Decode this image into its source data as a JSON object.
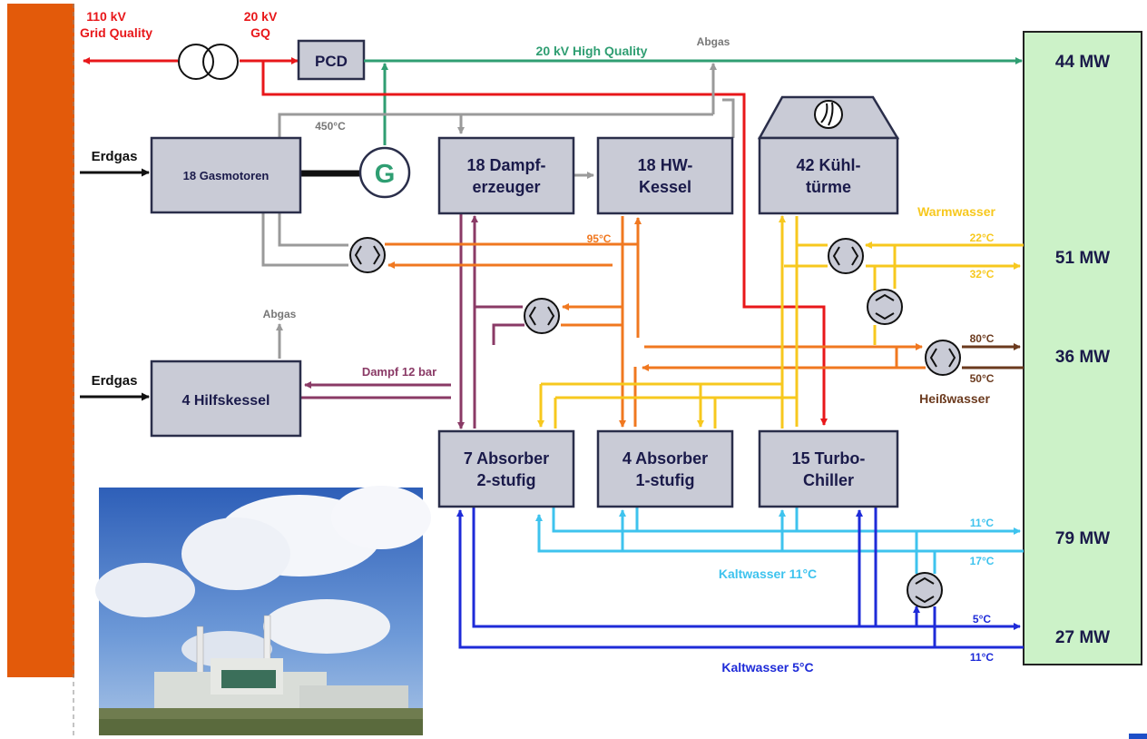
{
  "colors": {
    "orange_bar": "#E35A0A",
    "box_fill": "#C9CBD6",
    "box_stroke": "#2A2E4A",
    "panel_fill": "#CCF2C8",
    "red": "#E8171A",
    "green": "#2F9E72",
    "gray": "#9A9A9A",
    "purple": "#8A3A66",
    "orange": "#F07820",
    "yellow": "#F7C81E",
    "brown": "#6B3A1E",
    "light_blue": "#3EC3EE",
    "blue": "#1E2BD8",
    "text_dark": "#1a1a4a"
  },
  "grid": {
    "in_label_1": "110 kV",
    "in_label_2": "Grid Quality",
    "gq_label_1": "20 kV",
    "gq_label_2": "GQ",
    "pcd": "PCD",
    "hq_label": "20 kV High Quality"
  },
  "panel": {
    "p1": "44 MW",
    "p2": "51 MW",
    "p3": "36 MW",
    "p4": "79 MW",
    "p5": "27 MW"
  },
  "boxes": {
    "gasmotoren": "18 Gasmotoren",
    "dampf_1": "18 Dampf-",
    "dampf_2": "erzeuger",
    "hw_1": "18 HW-",
    "hw_2": "Kessel",
    "kuehl_1": "42 Kühl-",
    "kuehl_2": "türme",
    "hilfs": "4 Hilfskessel",
    "abs2_1": "7 Absorber",
    "abs2_2": "2-stufig",
    "abs1_1": "4 Absorber",
    "abs1_2": "1-stufig",
    "turbo_1": "15 Turbo-",
    "turbo_2": "Chiller",
    "generator": "G"
  },
  "labels": {
    "erdgas_1": "Erdgas",
    "erdgas_2": "Erdgas",
    "abgas_top": "Abgas",
    "abgas_hilfs": "Abgas",
    "temp_450": "450°C",
    "temp_95": "95°C",
    "dampf12": "Dampf 12 bar",
    "warmwasser": "Warmwasser",
    "t22": "22°C",
    "t32": "32°C",
    "t80": "80°C",
    "t50": "50°C",
    "heisswasser": "Heißwasser",
    "t11a": "11°C",
    "t17": "17°C",
    "kalt11": "Kaltwasser 11°C",
    "t5": "5°C",
    "t11b": "11°C",
    "kalt5": "Kaltwasser 5°C"
  },
  "icons": {
    "transformer": "transformer-icon",
    "heat_exchanger": "heat-exchanger-icon",
    "fan": "fan-icon"
  }
}
